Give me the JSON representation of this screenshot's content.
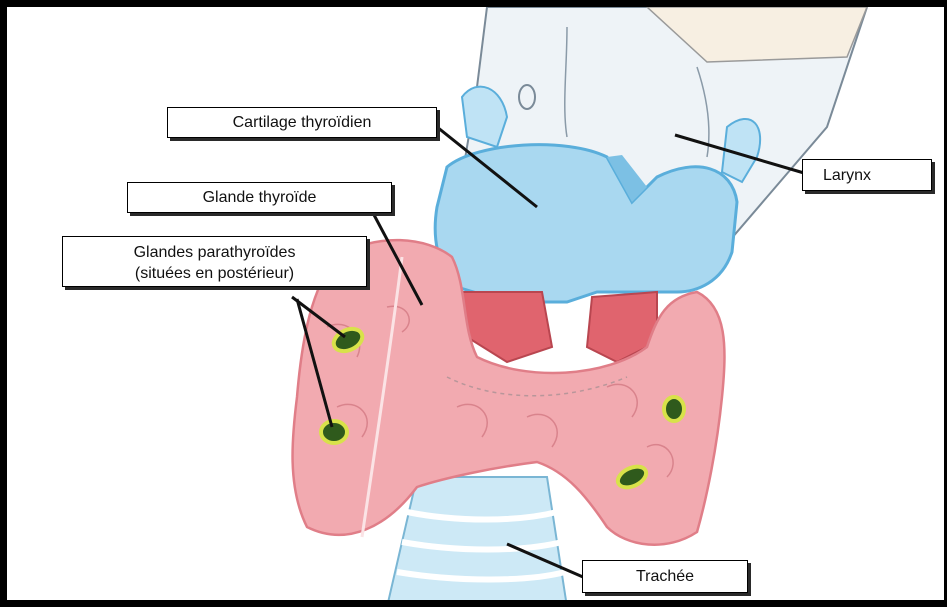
{
  "labels": {
    "cartilage": "Cartilage thyroïdien",
    "larynx": "Larynx",
    "thyroide": "Glande thyroïde",
    "parathyroides_line1": "Glandes parathyroïdes",
    "parathyroides_line2": "(situées en postérieur)",
    "trachee": "Trachée"
  },
  "colors": {
    "frame": "#000000",
    "cartilage_blue": "#a9d8f0",
    "cartilage_edge": "#5aaedb",
    "larynx_white": "#eef3f7",
    "thyroid_pink": "#f2aab0",
    "thyroid_edge": "#e07e88",
    "muscle_red": "#e0646e",
    "parathyroid_green": "#2f5a1c",
    "parathyroid_rim": "#d8e24a",
    "trachea_blue": "#cde9f6"
  }
}
